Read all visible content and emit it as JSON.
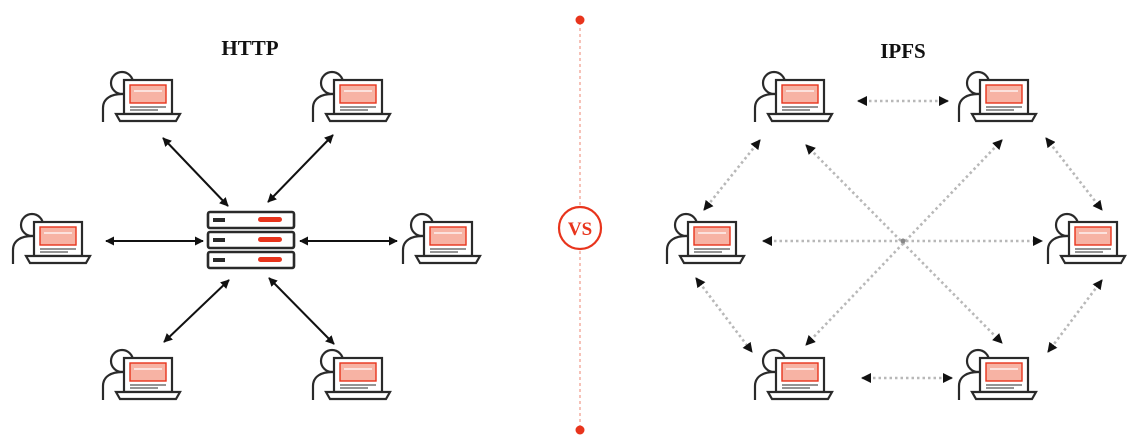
{
  "http_label": "HTTP",
  "ipfs_label": "IPFS",
  "vs_label": "VS",
  "colors": {
    "accent": "#e8341c",
    "divider": "#f2a99a",
    "line_dark": "#111111",
    "line_light": "#b8b8b8",
    "icon_stroke": "#2a2a2a",
    "screen_fill": "#f7b3a4"
  },
  "icons": {
    "client": "user-laptop-icon",
    "server": "server-rack-icon"
  }
}
